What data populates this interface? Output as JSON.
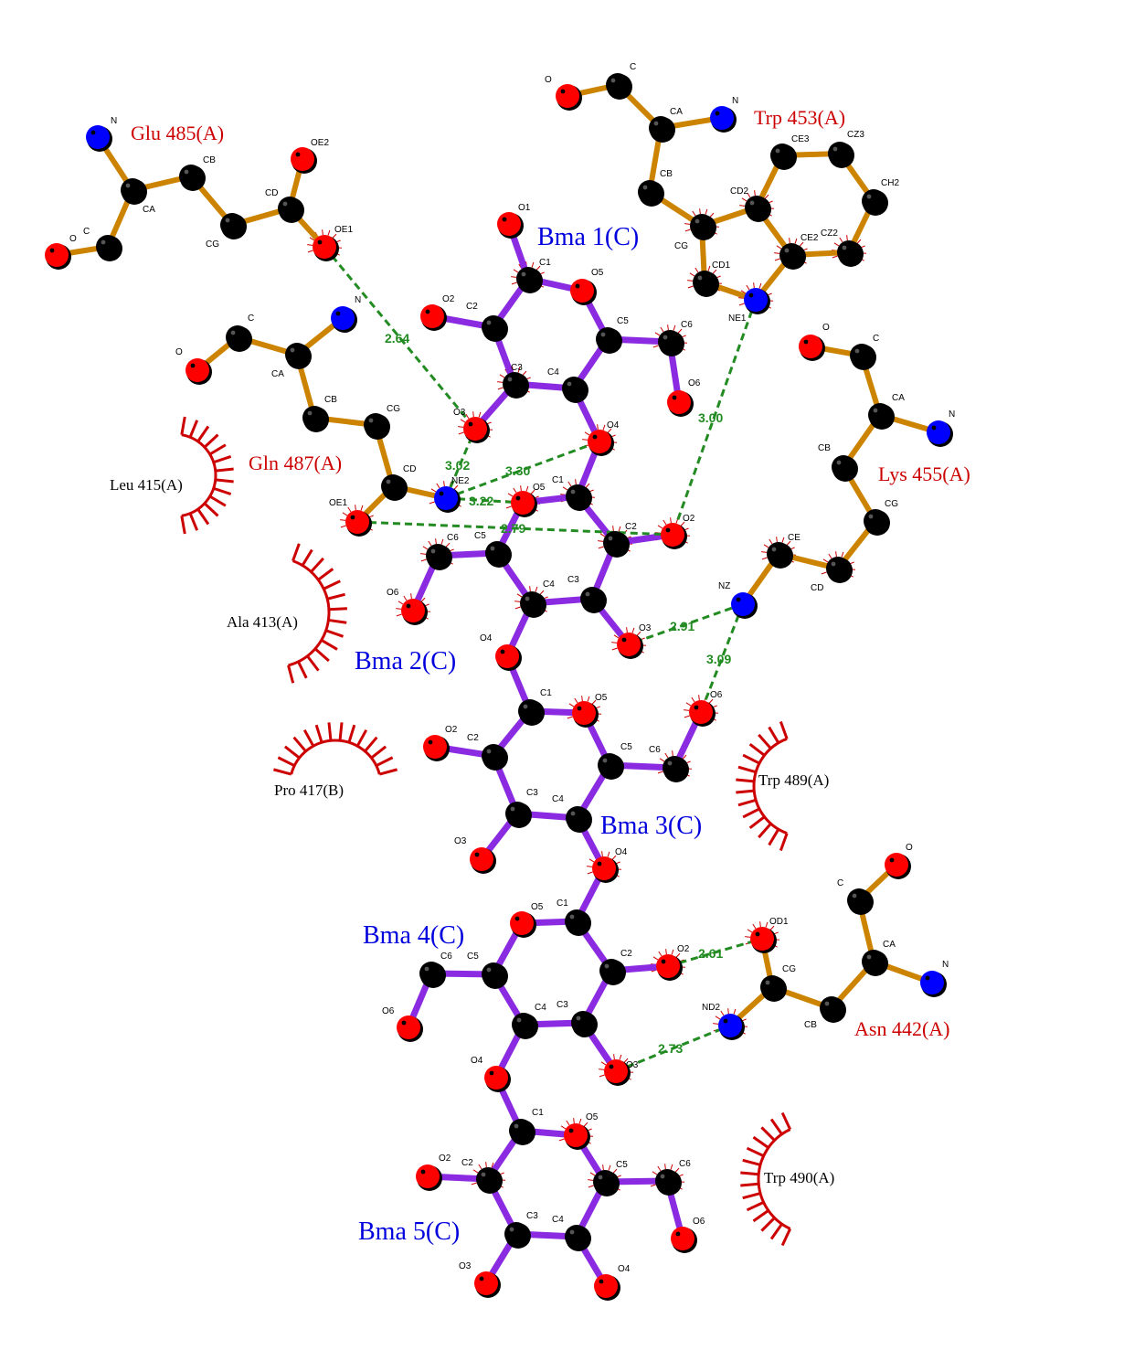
{
  "colors": {
    "carbon": "#000000",
    "oxygen": "#ff0000",
    "nitrogen": "#0000ff",
    "ligand_bond": "#8a2be2",
    "residue_bond": "#cc8400",
    "hbond": "#228b22",
    "residue_label": "#cc0000",
    "ligand_label": "#0000dd",
    "hydrophobic": "#cc0000"
  },
  "residue_labels": [
    "Glu 485(A)",
    "Trp 453(A)",
    "Gln 487(A)",
    "Lys 455(A)",
    "Asn 442(A)"
  ],
  "ligand_labels": [
    "Bma 1(C)",
    "Bma 2(C)",
    "Bma 3(C)",
    "Bma 4(C)",
    "Bma 5(C)"
  ],
  "hydrophobic_labels": [
    "Leu 415(A)",
    "Ala 413(A)",
    "Pro 417(B)",
    "Trp 489(A)",
    "Trp 490(A)"
  ],
  "hbond_distances": [
    "2.64",
    "3.02",
    "3.30",
    "3.22",
    "2.79",
    "3.00",
    "2.91",
    "3.09",
    "2.61",
    "2.73"
  ],
  "atom_labels": {
    "glu485": [
      "N",
      "CA",
      "CB",
      "CG",
      "CD",
      "OE1",
      "OE2",
      "C",
      "O"
    ],
    "trp453": [
      "O",
      "C",
      "CA",
      "N",
      "CB",
      "CG",
      "CD1",
      "NE1",
      "CD2",
      "CE2",
      "CE3",
      "CZ3",
      "CH2",
      "CZ2"
    ],
    "gln487": [
      "N",
      "CA",
      "C",
      "O",
      "CB",
      "CG",
      "CD",
      "OE1",
      "NE2"
    ],
    "lys455": [
      "O",
      "C",
      "CA",
      "N",
      "CB",
      "CG",
      "CD",
      "CE",
      "NZ"
    ],
    "asn442": [
      "O",
      "C",
      "CA",
      "N",
      "CB",
      "CG",
      "OD1",
      "ND2"
    ],
    "bma1": [
      "O1",
      "C1",
      "O5",
      "C2",
      "O2",
      "C5",
      "C6",
      "C3",
      "C4",
      "O6",
      "O3",
      "O4"
    ],
    "bma2": [
      "C1",
      "O5",
      "C2",
      "O2",
      "C5",
      "C6",
      "O6",
      "C4",
      "C3",
      "O3",
      "O4"
    ],
    "bma3": [
      "C1",
      "O5",
      "O2",
      "C2",
      "C5",
      "C6",
      "O6",
      "C3",
      "C4",
      "O3",
      "O4"
    ],
    "bma4": [
      "O5",
      "C1",
      "C6",
      "C5",
      "O2",
      "C2",
      "O6",
      "C4",
      "C3",
      "O3",
      "O4"
    ],
    "bma5": [
      "C1",
      "O5",
      "O2",
      "C2",
      "C5",
      "C6",
      "O6",
      "C3",
      "C4",
      "O3",
      "O4"
    ]
  }
}
